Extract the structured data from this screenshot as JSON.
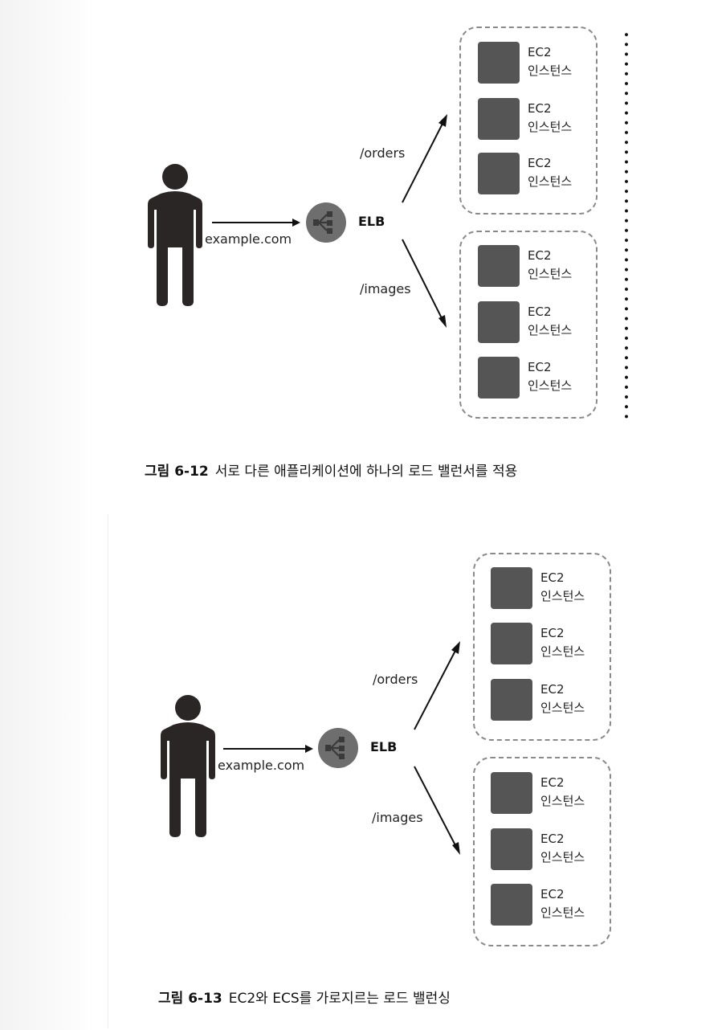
{
  "figures": [
    {
      "user_label": "example.com",
      "elb_label": "ELB",
      "routes": [
        {
          "path": "/orders",
          "instances": [
            {
              "line1": "EC2",
              "line2": "인스턴스"
            },
            {
              "line1": "EC2",
              "line2": "인스턴스"
            },
            {
              "line1": "EC2",
              "line2": "인스턴스"
            }
          ]
        },
        {
          "path": "/images",
          "instances": [
            {
              "line1": "EC2",
              "line2": "인스턴스"
            },
            {
              "line1": "EC2",
              "line2": "인스턴스"
            },
            {
              "line1": "EC2",
              "line2": "인스턴스"
            }
          ]
        }
      ],
      "caption_number": "그림 6-12",
      "caption_text": "서로 다른 애플리케이션에 하나의 로드 밸런서를 적용"
    },
    {
      "user_label": "example.com",
      "elb_label": "ELB",
      "routes": [
        {
          "path": "/orders",
          "instances": [
            {
              "line1": "EC2",
              "line2": "인스턴스"
            },
            {
              "line1": "EC2",
              "line2": "인스턴스"
            },
            {
              "line1": "EC2",
              "line2": "인스턴스"
            }
          ]
        },
        {
          "path": "/images",
          "instances": [
            {
              "line1": "EC2",
              "line2": "인스턴스"
            },
            {
              "line1": "EC2",
              "line2": "인스턴스"
            },
            {
              "line1": "EC2",
              "line2": "인스턴스"
            }
          ]
        }
      ],
      "caption_number": "그림 6-13",
      "caption_text": "EC2와 ECS를 가로지르는 로드 밸런싱"
    }
  ]
}
